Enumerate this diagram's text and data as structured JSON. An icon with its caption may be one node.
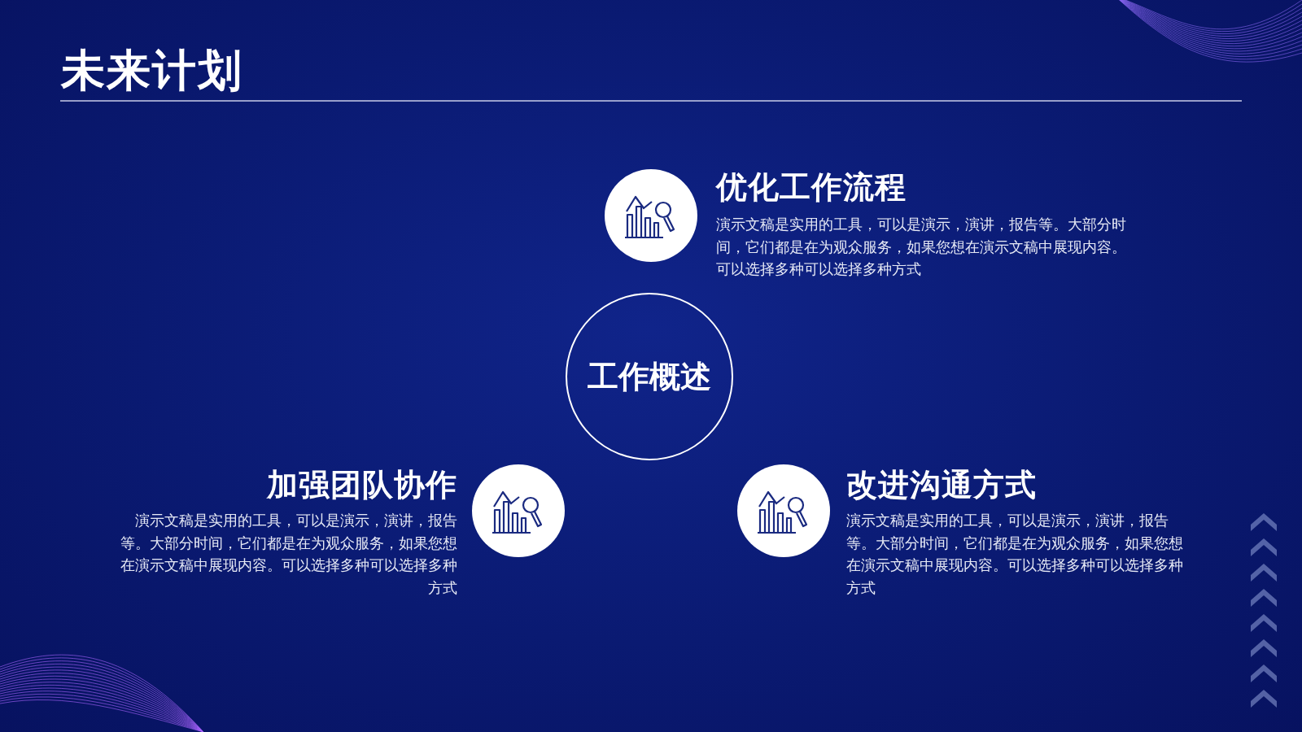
{
  "diagram": {
    "title": "未来计划",
    "nodes": [
      {
        "text": [
          "优化工作流程",
          "演示文稿是实用的工具，可以是演示，演讲，报告等。大部分时间，它们都是在为观众服务，如果您想在演示文稿中展现内容。可以选择多种可以选择多种方式"
        ]
      },
      {
        "text": [
          "工作概述"
        ]
      },
      {
        "text": [
          "加强团队协作",
          "演示文稿是实用的工具，可以是演示，演讲，报告等。大部分时间，它们都是在为观众服务，如果您想在演示文稿中展现内容。可以选择多种可以选择多种方式"
        ]
      },
      {
        "text": [
          "改进沟通方式",
          "演示文稿是实用的工具，可以是演示，演讲，报告等。大部分时间，它们都是在为观众服务，如果您想在演示文稿中展现内容。可以选择多种可以选择多种方式"
        ]
      }
    ]
  }
}
